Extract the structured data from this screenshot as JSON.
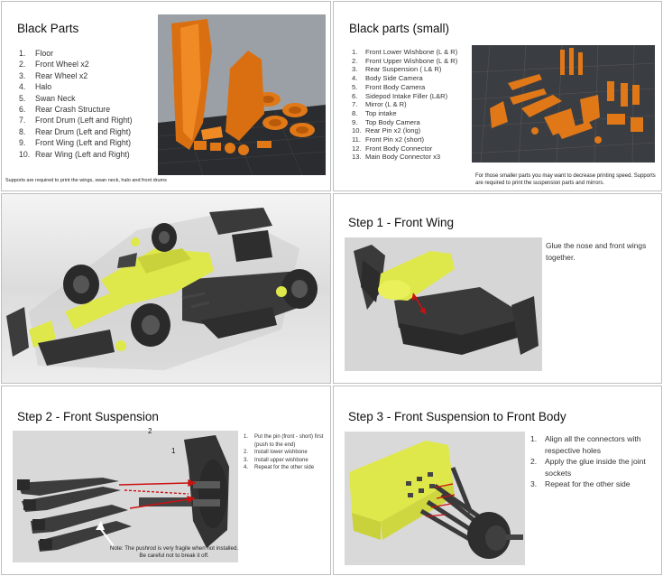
{
  "panel1": {
    "title": "Black Parts",
    "items": [
      {
        "n": "1.",
        "label": "Floor"
      },
      {
        "n": "2.",
        "label": "Front Wheel x2"
      },
      {
        "n": "3.",
        "label": "Rear Wheel x2"
      },
      {
        "n": "4.",
        "label": "Halo"
      },
      {
        "n": "5.",
        "label": "Swan Neck"
      },
      {
        "n": "6.",
        "label": "Rear Crash Structure"
      },
      {
        "n": "7.",
        "label": "Front Drum (Left and Right)"
      },
      {
        "n": "8.",
        "label": "Rear Drum (Left and Right)"
      },
      {
        "n": "9.",
        "label": "Front Wing (Left and Right)"
      },
      {
        "n": "10.",
        "label": "Rear Wing (Left and Right)"
      }
    ],
    "note": "Supports are required to print the wings, swan neck, halo and front drums"
  },
  "panel2": {
    "title": "Black parts (small)",
    "items": [
      {
        "n": "1.",
        "label": "Front Lower Wishbone (L & R)"
      },
      {
        "n": "2.",
        "label": "Front Upper Wishbone (L & R)"
      },
      {
        "n": "3.",
        "label": "Rear Suspension ( L& R)"
      },
      {
        "n": "4.",
        "label": "Body Side Camera"
      },
      {
        "n": "5.",
        "label": "Front Body Camera"
      },
      {
        "n": "6.",
        "label": "Sidepod Intake Filler (L&R)"
      },
      {
        "n": "7.",
        "label": "Mirror (L & R)"
      },
      {
        "n": "8.",
        "label": "Top intake"
      },
      {
        "n": "9.",
        "label": "Top Body Camera"
      },
      {
        "n": "10.",
        "label": "Rear Pin x2 (long)"
      },
      {
        "n": "11.",
        "label": "Front Pin x2 (short)"
      },
      {
        "n": "12.",
        "label": "Front Body Connector"
      },
      {
        "n": "13.",
        "label": "Main Body Connector x3"
      }
    ],
    "note": "For those smaller parts you may want to decrease printing speed. Supports are required to print the suspension parts and mirrors."
  },
  "panel4": {
    "title": "Step 1 - Front Wing",
    "caption": "Glue the nose and front wings together."
  },
  "panel5": {
    "title": "Step 2 - Front Suspension",
    "steps": [
      {
        "n": "1.",
        "label": "Put the pin (front - short) first (push to the end)"
      },
      {
        "n": "2.",
        "label": "Install lower wishbone"
      },
      {
        "n": "3.",
        "label": "Install upper wishbone"
      },
      {
        "n": "4.",
        "label": "Repeat for the other side"
      }
    ],
    "label_1": "1",
    "label_2": "2",
    "note": "Note: The pushrod is very fragile when not installed. Be careful not to break it off."
  },
  "panel6": {
    "title": "Step 3 - Front Suspension to Front Body",
    "steps": [
      {
        "n": "1.",
        "label": "Align all the connectors with respective holes"
      },
      {
        "n": "2.",
        "label": "Apply the glue inside the joint sockets"
      },
      {
        "n": "3.",
        "label": "Repeat for the other side"
      }
    ]
  },
  "colors": {
    "print_orange": "#e07818",
    "part_yellow": "#dfe84a",
    "part_black": "#333333",
    "arrow_red": "#cc1111"
  }
}
